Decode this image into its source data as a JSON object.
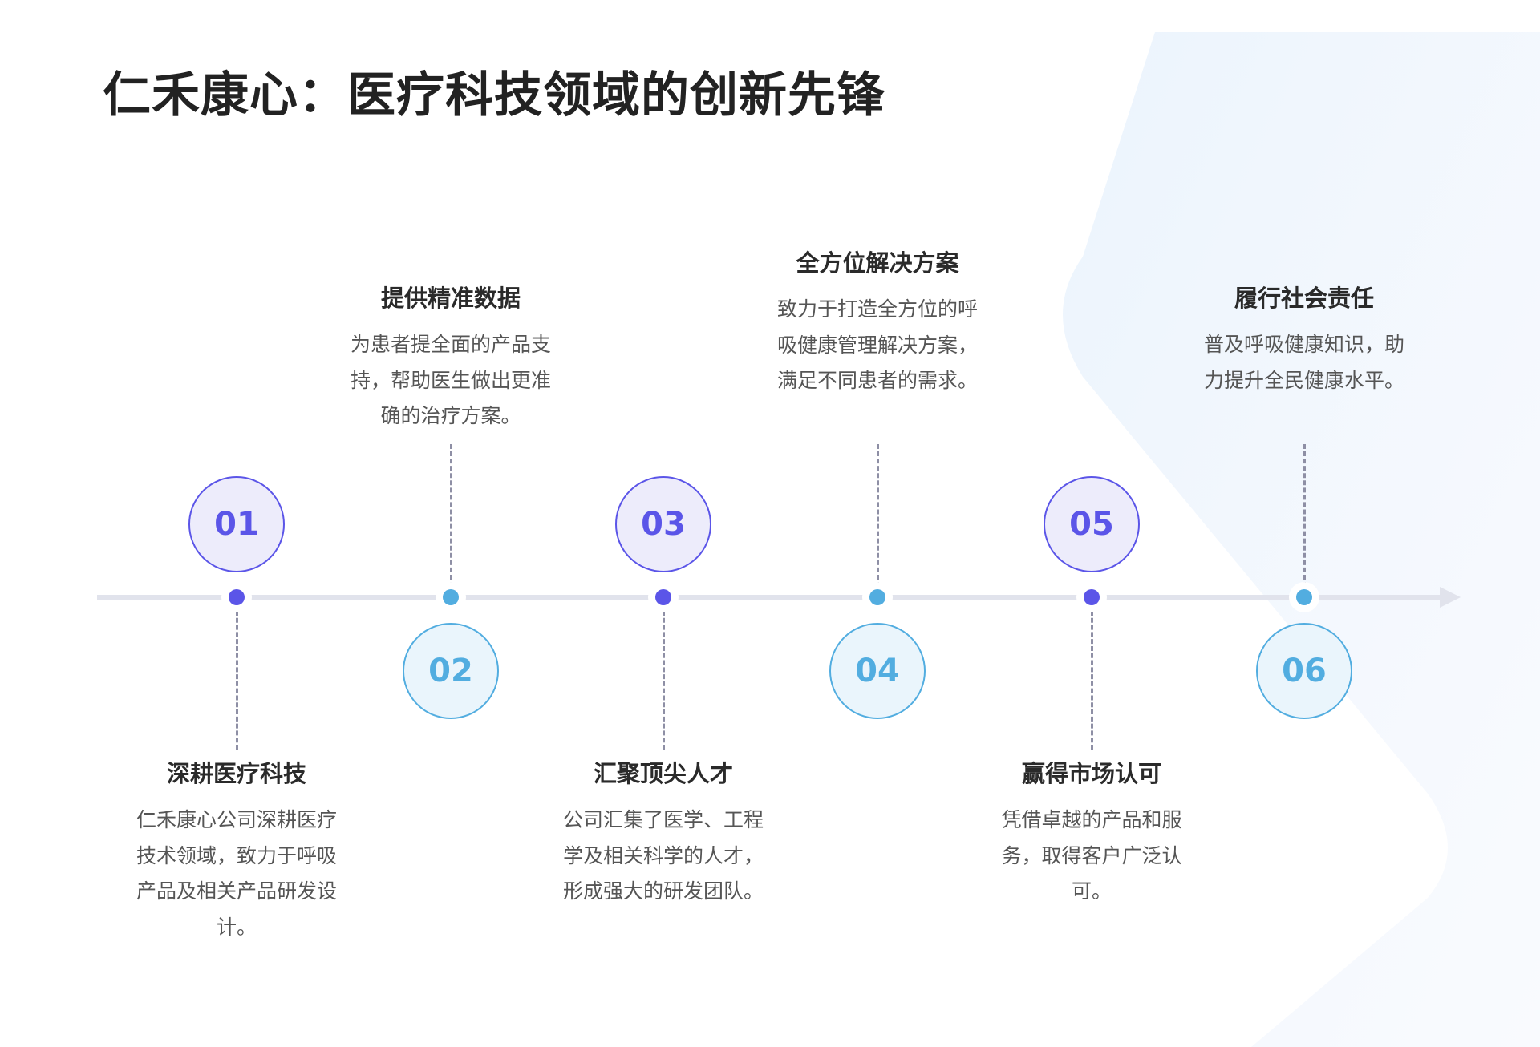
{
  "title": "仁禾康心：医疗科技领域的创新先锋",
  "colors": {
    "purple": "#5b55e8",
    "blue": "#52ade0",
    "axis": "#e1e3ec"
  },
  "steps": [
    {
      "number": "01",
      "heading": "深耕医疗科技",
      "body": "仁禾康心公司深耕医疗技术领域，致力于呼吸产品及相关产品研发设计。",
      "position": "below",
      "color": "purple"
    },
    {
      "number": "02",
      "heading": "提供精准数据",
      "body": "为患者提全面的产品支持，帮助医生做出更准确的治疗方案。",
      "position": "above",
      "color": "blue"
    },
    {
      "number": "03",
      "heading": "汇聚顶尖人才",
      "body": "公司汇集了医学、工程学及相关科学的人才，形成强大的研发团队。",
      "position": "below",
      "color": "purple"
    },
    {
      "number": "04",
      "heading": "全方位解决方案",
      "body": "致力于打造全方位的呼吸健康管理解决方案，满足不同患者的需求。",
      "position": "above",
      "color": "blue"
    },
    {
      "number": "05",
      "heading": "赢得市场认可",
      "body": "凭借卓越的产品和服务，取得客户广泛认可。",
      "position": "below",
      "color": "purple"
    },
    {
      "number": "06",
      "heading": "履行社会责任",
      "body": "普及呼吸健康知识，助力提升全民健康水平。",
      "position": "above",
      "color": "blue"
    }
  ]
}
